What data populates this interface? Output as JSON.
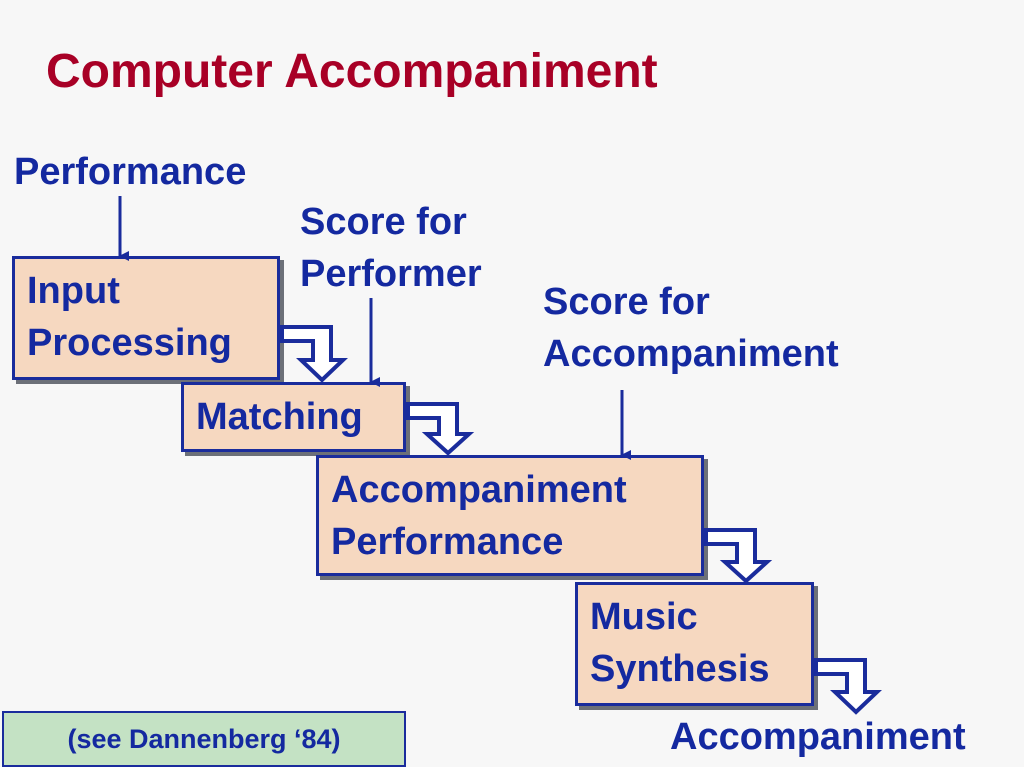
{
  "title": "Computer Accompaniment",
  "inputs": {
    "performance": "Performance",
    "score_performer": [
      "Score for",
      "Performer"
    ],
    "score_accompaniment": [
      "Score for",
      "Accompaniment"
    ]
  },
  "boxes": {
    "input_processing": [
      "Input",
      "Processing"
    ],
    "matching": "Matching",
    "accompaniment_performance": [
      "Accompaniment",
      "Performance"
    ],
    "music_synthesis": [
      "Music",
      "Synthesis"
    ]
  },
  "output": "Accompaniment",
  "note": "(see Dannenberg ‘84)",
  "colors": {
    "title": "#a80026",
    "text": "#1429a0",
    "box_fill": "#f6d8c0",
    "box_border": "#1a2c9c",
    "note_fill": "#c4e2c4"
  }
}
